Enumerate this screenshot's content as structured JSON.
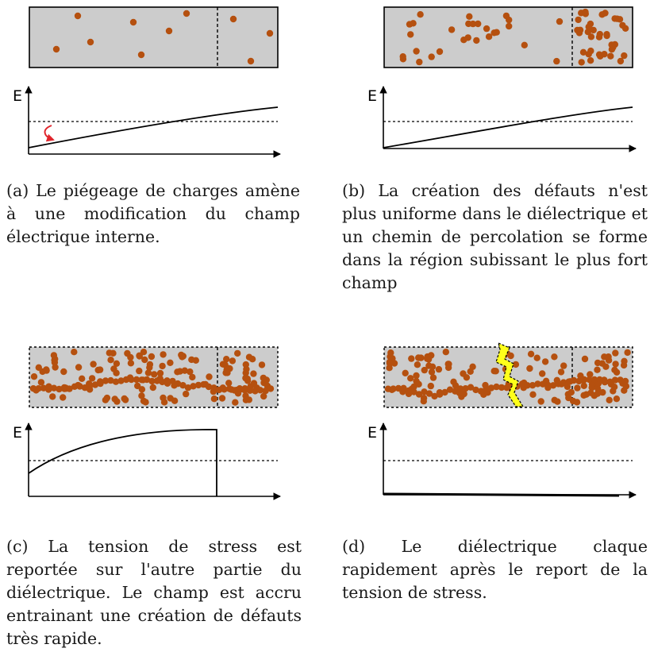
{
  "panels": [
    {
      "id": "a",
      "axis_label": "E",
      "caption": "(a) Le piégeage de charges amène à une modification du champ électrique interne.",
      "field_profile": "linear-increasing",
      "trap_arrow": true,
      "defect_density": "sparse",
      "percolation_path": false,
      "breakdown_bolt": false
    },
    {
      "id": "b",
      "axis_label": "E",
      "caption": "(b) La création des défauts n'est plus uniforme dans le diélectrique et un chemin de percolation se forme dans la région subissant le plus fort champ",
      "field_profile": "linear-increasing",
      "trap_arrow": false,
      "defect_density": "dense-right",
      "percolation_path": false,
      "breakdown_bolt": false
    },
    {
      "id": "c",
      "axis_label": "E",
      "caption": "(c) La tension de stress est reportée sur l'autre partie du diélectrique. Le champ est accru entrainant une création de défauts très rapide.",
      "field_profile": "concave-then-drop",
      "trap_arrow": false,
      "defect_density": "dense",
      "percolation_path": true,
      "breakdown_bolt": false
    },
    {
      "id": "d",
      "axis_label": "E",
      "caption": "(d) Le diélectrique claque rapidement après le report de la tension de stress.",
      "field_profile": "collapsed-zero",
      "trap_arrow": false,
      "defect_density": "dense",
      "percolation_path": true,
      "breakdown_bolt": true
    }
  ],
  "colors": {
    "dielectric_fill": "#cccccc",
    "defect": "#b5500f",
    "trap_arrow": "#e0252c",
    "bolt": "#ffff1a",
    "line": "#000000"
  }
}
